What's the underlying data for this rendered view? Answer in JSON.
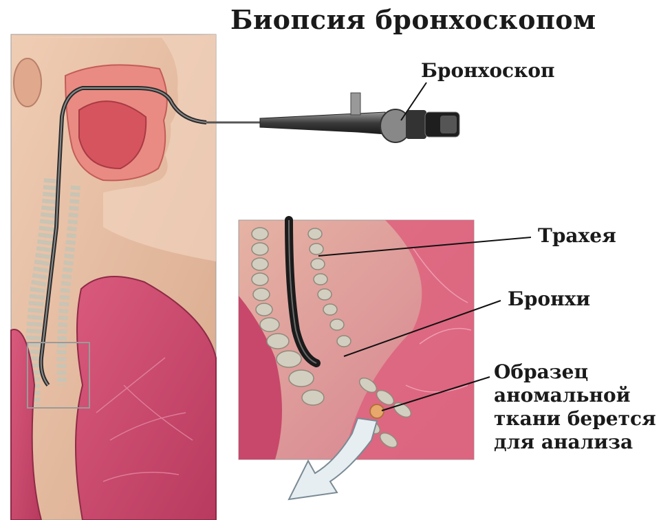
{
  "title": "Биопсия бронхоскопом",
  "labels": {
    "bronchoscope": "Бронхоскоп",
    "trachea": "Трахея",
    "bronchi": "Бронхи",
    "sample": "Образец аномальной ткани берется для анализа"
  },
  "colors": {
    "skin": "#e9c2a6",
    "lung": "#c9466a",
    "tissue": "#d9767a",
    "cartilage": "#c8c4b6",
    "instrument": "#2a2a2a",
    "arrow": "#e6eef2"
  }
}
